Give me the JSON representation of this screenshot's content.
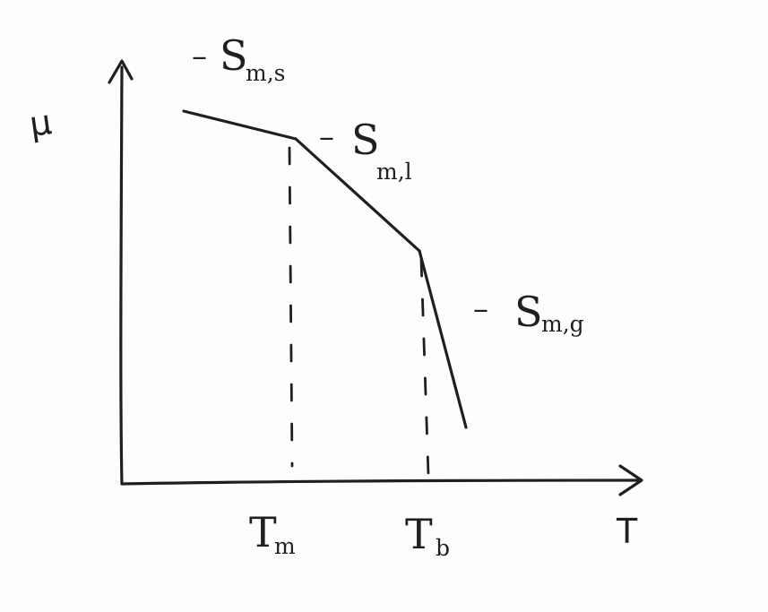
{
  "diagram": {
    "y_axis_label": "μ",
    "x_axis_label": "T",
    "x_markers": [
      {
        "main": "T",
        "sub": "m"
      },
      {
        "main": "T",
        "sub": "b"
      }
    ],
    "phase_labels": [
      {
        "minus": "–",
        "main": "S",
        "sub": "m,s"
      },
      {
        "minus": "–",
        "main": "S",
        "sub": "m,l"
      },
      {
        "minus": "–",
        "main": "S",
        "sub": "m,g"
      }
    ]
  }
}
